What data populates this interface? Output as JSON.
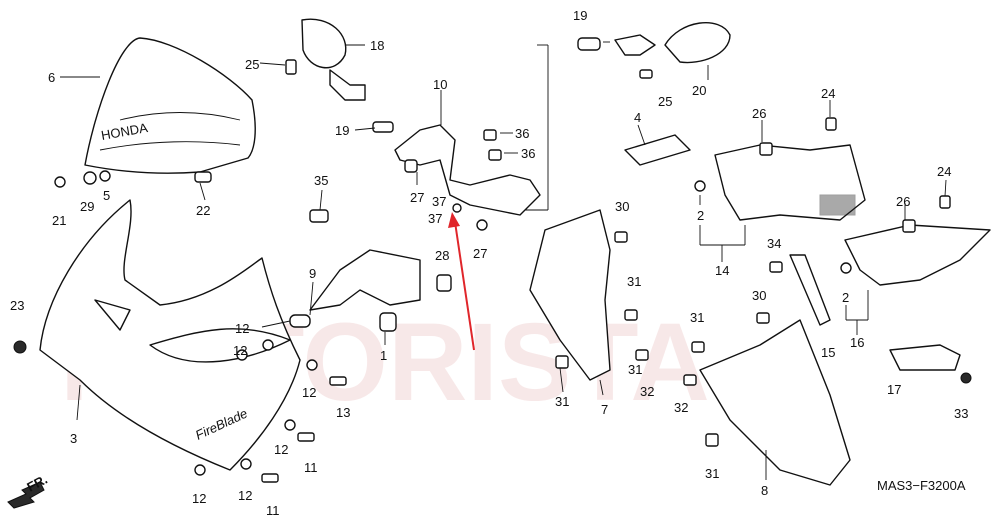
{
  "diagram": {
    "code": "MAS3−F3200A",
    "direction": "FR.",
    "brand_text": "HONDA",
    "decal_text": "FireBlade",
    "watermark": "MOTORISTA",
    "arrow_color": "#e0262b",
    "callouts": [
      {
        "id": "c6",
        "text": "6"
      },
      {
        "id": "c25a",
        "text": "25"
      },
      {
        "id": "c18",
        "text": "18"
      },
      {
        "id": "c19a",
        "text": "19"
      },
      {
        "id": "c20",
        "text": "20"
      },
      {
        "id": "c25b",
        "text": "25"
      },
      {
        "id": "c10",
        "text": "10"
      },
      {
        "id": "c19b",
        "text": "19"
      },
      {
        "id": "c36a",
        "text": "36"
      },
      {
        "id": "c36b",
        "text": "36"
      },
      {
        "id": "c4",
        "text": "4"
      },
      {
        "id": "c26a",
        "text": "26"
      },
      {
        "id": "c24a",
        "text": "24"
      },
      {
        "id": "c5",
        "text": "5"
      },
      {
        "id": "c21",
        "text": "21"
      },
      {
        "id": "c29",
        "text": "29"
      },
      {
        "id": "c22",
        "text": "22"
      },
      {
        "id": "c35",
        "text": "35"
      },
      {
        "id": "c27a",
        "text": "27"
      },
      {
        "id": "c37a",
        "text": "37"
      },
      {
        "id": "c37b",
        "text": "37"
      },
      {
        "id": "c27b",
        "text": "27"
      },
      {
        "id": "c30a",
        "text": "30"
      },
      {
        "id": "c2a",
        "text": "2"
      },
      {
        "id": "c26b",
        "text": "26"
      },
      {
        "id": "c24b",
        "text": "24"
      },
      {
        "id": "c14",
        "text": "14"
      },
      {
        "id": "c34",
        "text": "34"
      },
      {
        "id": "c9",
        "text": "9"
      },
      {
        "id": "c28",
        "text": "28"
      },
      {
        "id": "c31a",
        "text": "31"
      },
      {
        "id": "c2b",
        "text": "2"
      },
      {
        "id": "c23",
        "text": "23"
      },
      {
        "id": "c12a",
        "text": "12"
      },
      {
        "id": "c12b",
        "text": "12"
      },
      {
        "id": "c1",
        "text": "1"
      },
      {
        "id": "c30b",
        "text": "30"
      },
      {
        "id": "c15",
        "text": "15"
      },
      {
        "id": "c16",
        "text": "16"
      },
      {
        "id": "c31b",
        "text": "31"
      },
      {
        "id": "c12c",
        "text": "12"
      },
      {
        "id": "c31c",
        "text": "31"
      },
      {
        "id": "c32a",
        "text": "32"
      },
      {
        "id": "c17",
        "text": "17"
      },
      {
        "id": "c13",
        "text": "13"
      },
      {
        "id": "c31d",
        "text": "31"
      },
      {
        "id": "c7",
        "text": "7"
      },
      {
        "id": "c32b",
        "text": "32"
      },
      {
        "id": "c33",
        "text": "33"
      },
      {
        "id": "c3",
        "text": "3"
      },
      {
        "id": "c12d",
        "text": "12"
      },
      {
        "id": "c11a",
        "text": "11"
      },
      {
        "id": "c31e",
        "text": "31"
      },
      {
        "id": "c12e",
        "text": "12"
      },
      {
        "id": "c12f",
        "text": "12"
      },
      {
        "id": "c11b",
        "text": "11"
      },
      {
        "id": "c8",
        "text": "8"
      }
    ]
  }
}
